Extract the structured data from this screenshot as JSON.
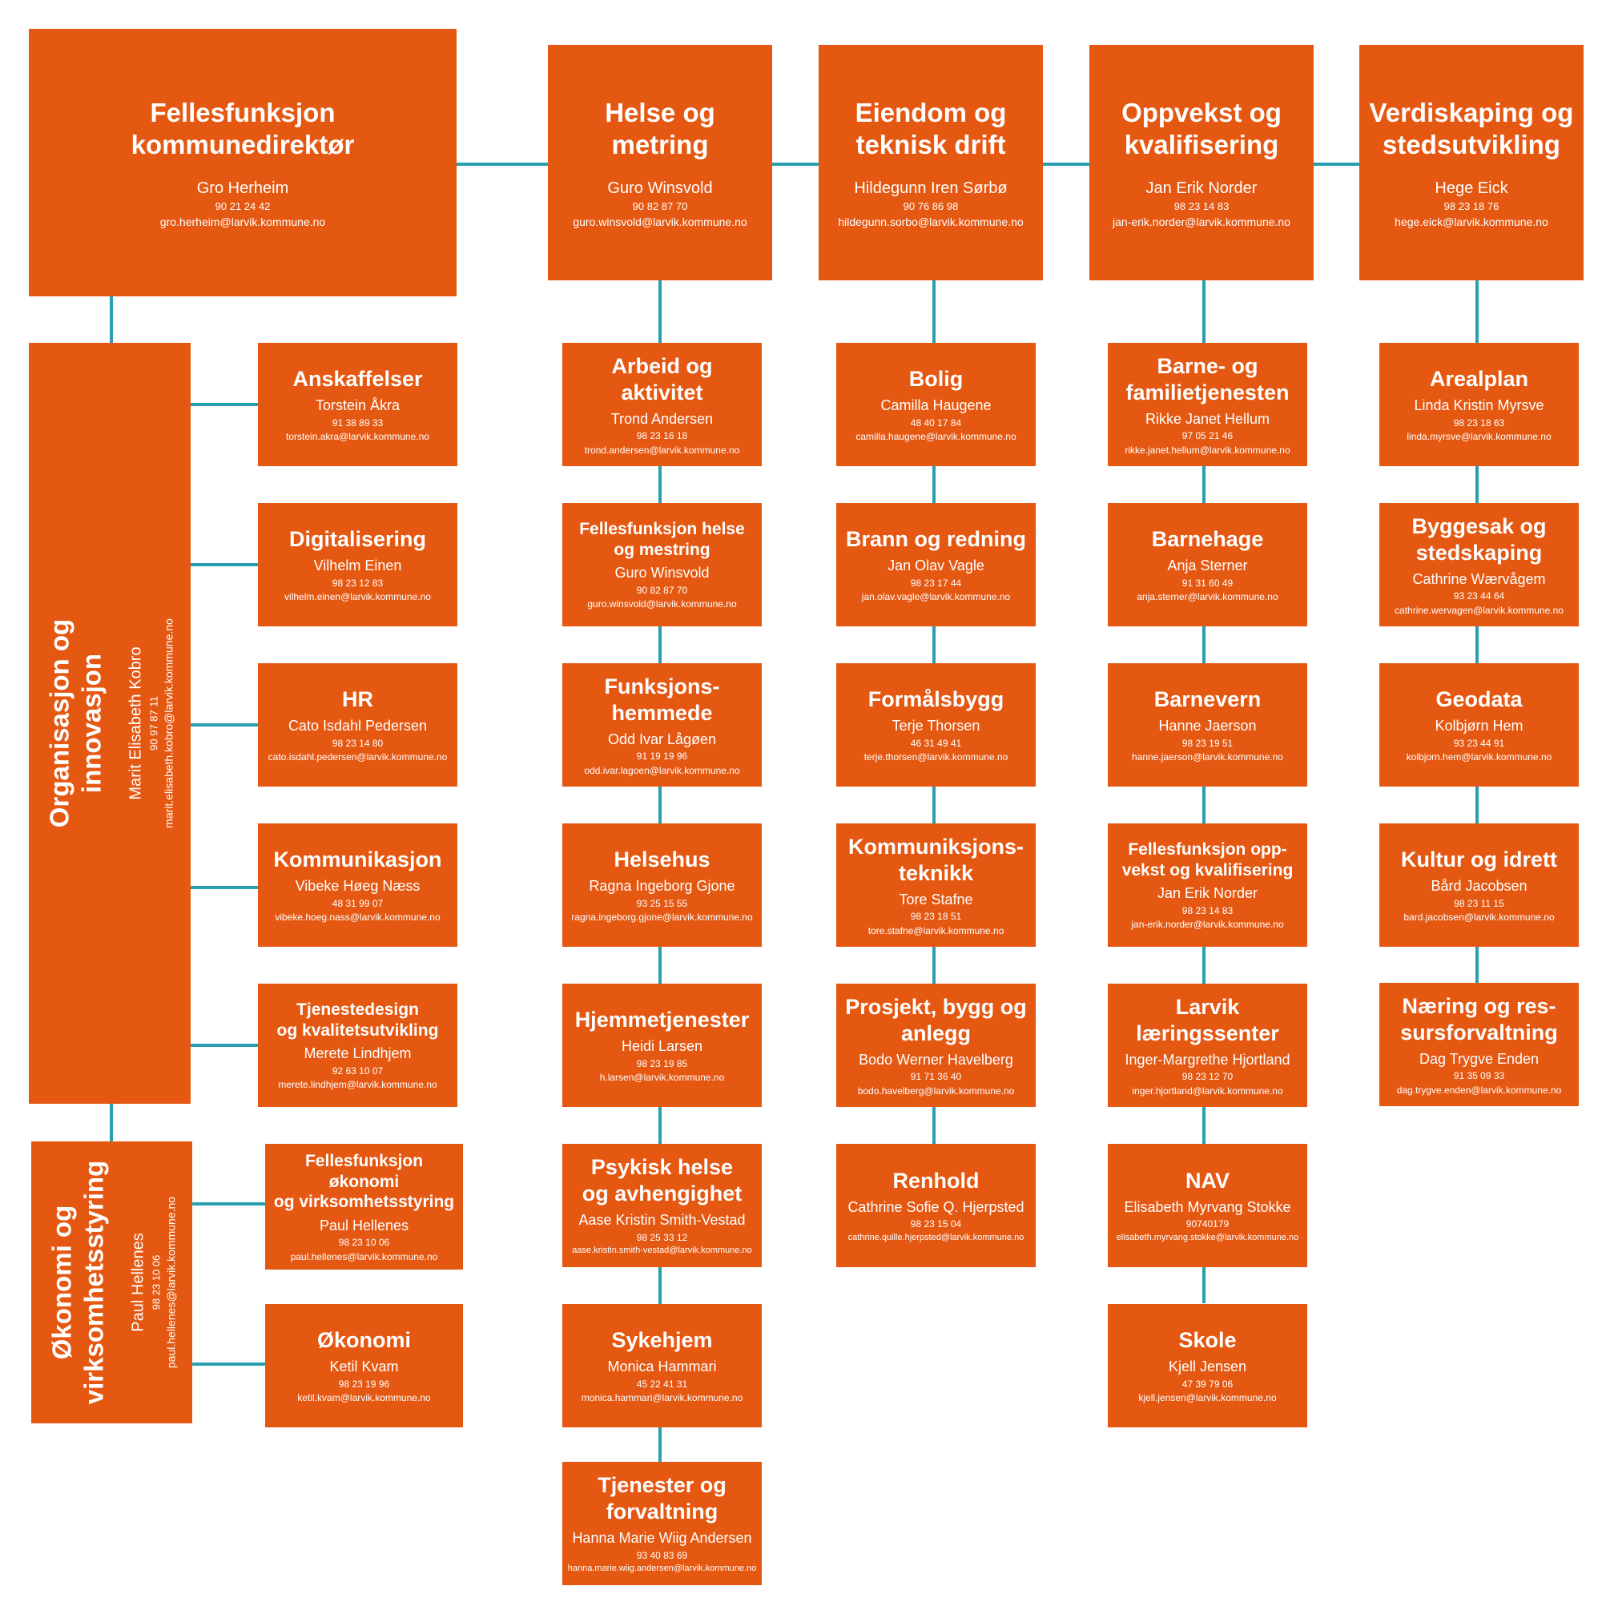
{
  "colors": {
    "box": "#e55812",
    "text": "#ffffff",
    "connector": "#2a9fb0"
  },
  "top": {
    "kommunedirektor": {
      "title": "Fellesfunksjon\nkommunedirektør",
      "name": "Gro Herheim",
      "phone": "90 21 24 42",
      "email": "gro.herheim@larvik.kommune.no"
    },
    "helse": {
      "title": "Helse og\nmetring",
      "name": "Guro Winsvold",
      "phone": "90 82 87 70",
      "email": "guro.winsvold@larvik.kommune.no"
    },
    "eiendom": {
      "title": "Eiendom og\nteknisk drift",
      "name": "Hildegunn Iren Sørbø",
      "phone": "90 76 86 98",
      "email": "hildegunn.sorbo@larvik.kommune.no"
    },
    "oppvekst": {
      "title": "Oppvekst og\nkvalifisering",
      "name": "Jan Erik Norder",
      "phone": "98 23 14 83",
      "email": "jan-erik.norder@larvik.kommune.no"
    },
    "verdiskaping": {
      "title": "Verdiskaping og\nstedsutvikling",
      "name": "Hege Eick",
      "phone": "98 23 18 76",
      "email": "hege.eick@larvik.kommune.no"
    }
  },
  "organisasjon": {
    "title": "Organisasjon og innovasjon",
    "name": "Marit Elisabeth Kobro",
    "phone": "90 97 87 11",
    "email": "marit.elisabeth.kobro@larvik.kommune.no"
  },
  "okonomistyring": {
    "title": "Økonomi og\nvirksomhetsstyring",
    "name": "Paul Hellenes",
    "phone": "98 23 10 06",
    "email": "paul.hellenes@larvik.kommune.no"
  },
  "units": {
    "org": [
      {
        "title": "Anskaffelser",
        "name": "Torstein Åkra",
        "phone": "91 38 89 33",
        "email": "torstein.akra@larvik.kommune.no"
      },
      {
        "title": "Digitalisering",
        "name": "Vilhelm Einen",
        "phone": "98 23 12 83",
        "email": "vilhelm.einen@larvik.kommune.no"
      },
      {
        "title": "HR",
        "name": "Cato Isdahl Pedersen",
        "phone": "98 23 14 80",
        "email": "cato.isdahl.pedersen@larvik.kommune.no"
      },
      {
        "title": "Kommunikasjon",
        "name": "Vibeke Høeg Næss",
        "phone": "48 31 99 07",
        "email": "vibeke.hoeg.nass@larvik.kommune.no"
      },
      {
        "title": "Tjenestedesign\nog kvalitetsutvikling",
        "name": "Merete Lindhjem",
        "phone": "92 63 10 07",
        "email": "merete.lindhjem@larvik.kommune.no"
      }
    ],
    "okonomi": [
      {
        "title": "Fellesfunksjon økonomi\nog virksomhetsstyring",
        "name": "Paul Hellenes",
        "phone": "98 23 10 06",
        "email": "paul.hellenes@larvik.kommune.no"
      },
      {
        "title": "Økonomi",
        "name": "Ketil Kvam",
        "phone": "98 23 19 96",
        "email": "ketil.kvam@larvik.kommune.no"
      }
    ],
    "helse": [
      {
        "title": "Arbeid og\naktivitet",
        "name": "Trond Andersen",
        "phone": "98 23 16 18",
        "email": "trond.andersen@larvik.kommune.no"
      },
      {
        "title": "Fellesfunksjon helse\nog mestring",
        "name": "Guro Winsvold",
        "phone": "90 82 87 70",
        "email": "guro.winsvold@larvik.kommune.no"
      },
      {
        "title": "Funksjons-\nhemmede",
        "name": "Odd Ivar Lågøen",
        "phone": "91 19 19 96",
        "email": "odd.ivar.lagoen@larvik.kommune.no"
      },
      {
        "title": "Helsehus",
        "name": "Ragna Ingeborg Gjone",
        "phone": "93 25 15 55",
        "email": "ragna.ingeborg.gjone@larvik.kommune.no"
      },
      {
        "title": "Hjemmetjenester",
        "name": "Heidi Larsen",
        "phone": "98 23 19 85",
        "email": "h.larsen@larvik.kommune.no"
      },
      {
        "title": "Psykisk helse\nog avhengighet",
        "name": "Aase Kristin Smith-Vestad",
        "phone": "98 25 33 12",
        "email": "aase.kristin.smith-vestad@larvik.kommune.no"
      },
      {
        "title": "Sykehjem",
        "name": "Monica Hammari",
        "phone": "45 22 41 31",
        "email": "monica.hammari@larvik.kommune.no"
      },
      {
        "title": "Tjenester og\nforvaltning",
        "name": "Hanna Marie Wiig Andersen",
        "phone": "93 40 83 69",
        "email": "hanna.marie.wiig.andersen@larvik.kommune.no"
      }
    ],
    "eiendom": [
      {
        "title": "Bolig",
        "name": "Camilla Haugene",
        "phone": "48 40 17 84",
        "email": "camilla.haugene@larvik.kommune.no"
      },
      {
        "title": "Brann og redning",
        "name": "Jan Olav Vagle",
        "phone": "98 23 17 44",
        "email": "jan.olav.vagle@larvik.kommune.no"
      },
      {
        "title": "Formålsbygg",
        "name": "Terje Thorsen",
        "phone": "46 31 49 41",
        "email": "terje.thorsen@larvik.kommune.no"
      },
      {
        "title": "Kommuniksjons-\nteknikk",
        "name": "Tore Stafne",
        "phone": "98 23 18 51",
        "email": "tore.stafne@larvik.kommune.no"
      },
      {
        "title": "Prosjekt, bygg og\nanlegg",
        "name": "Bodo Werner Havelberg",
        "phone": "91 71 36 40",
        "email": "bodo.havelberg@larvik.kommune.no"
      },
      {
        "title": "Renhold",
        "name": "Cathrine Sofie Q. Hjerpsted",
        "phone": "98 23 15 04",
        "email": "cathrine.quille.hjerpsted@larvik.kommune.no"
      }
    ],
    "oppvekst": [
      {
        "title": "Barne- og\nfamilietjenesten",
        "name": "Rikke Janet Hellum",
        "phone": "97 05 21 46",
        "email": "rikke.janet.hellum@larvik.kommune.no"
      },
      {
        "title": "Barnehage",
        "name": "Anja Sterner",
        "phone": "91 31 60 49",
        "email": "anja.sterner@larvik.kommune.no"
      },
      {
        "title": "Barnevern",
        "name": "Hanne Jaerson",
        "phone": "98 23 19 51",
        "email": "hanne.jaerson@larvik.kommune.no"
      },
      {
        "title": "Fellesfunksjon opp-\nvekst og kvalifisering",
        "name": "Jan Erik Norder",
        "phone": "98 23 14 83",
        "email": "jan-erik.norder@larvik.kommune.no"
      },
      {
        "title": "Larvik\nlæringssenter",
        "name": "Inger-Margrethe Hjortland",
        "phone": "98 23 12 70",
        "email": "inger.hjortland@larvik.kommune.no"
      },
      {
        "title": "NAV",
        "name": "Elisabeth Myrvang Stokke",
        "phone": "90740179",
        "email": "elisabeth.myrvang.stokke@larvik.kommune.no"
      },
      {
        "title": "Skole",
        "name": "Kjell Jensen",
        "phone": "47 39 79 06",
        "email": "kjell.jensen@larvik.kommune.no"
      }
    ],
    "verdiskaping": [
      {
        "title": "Arealplan",
        "name": "Linda Kristin Myrsve",
        "phone": "98 23 18 63",
        "email": "linda.myrsve@larvik.kommune.no"
      },
      {
        "title": "Byggesak og\nstedskaping",
        "name": "Cathrine Wærvågem",
        "phone": "93 23 44 64",
        "email": "cathrine.wervagen@larvik.kommune.no"
      },
      {
        "title": "Geodata",
        "name": "Kolbjørn Hem",
        "phone": "93 23 44 91",
        "email": "kolbjorn.hem@larvik.kommune.no"
      },
      {
        "title": "Kultur og idrett",
        "name": "Bård Jacobsen",
        "phone": "98 23 11 15",
        "email": "bard.jacobsen@larvik.kommune.no"
      },
      {
        "title": "Næring og res-\nsursforvaltning",
        "name": "Dag Trygve Enden",
        "phone": "91 35 09 33",
        "email": "dag.trygve.enden@larvik.kommune.no"
      }
    ]
  }
}
